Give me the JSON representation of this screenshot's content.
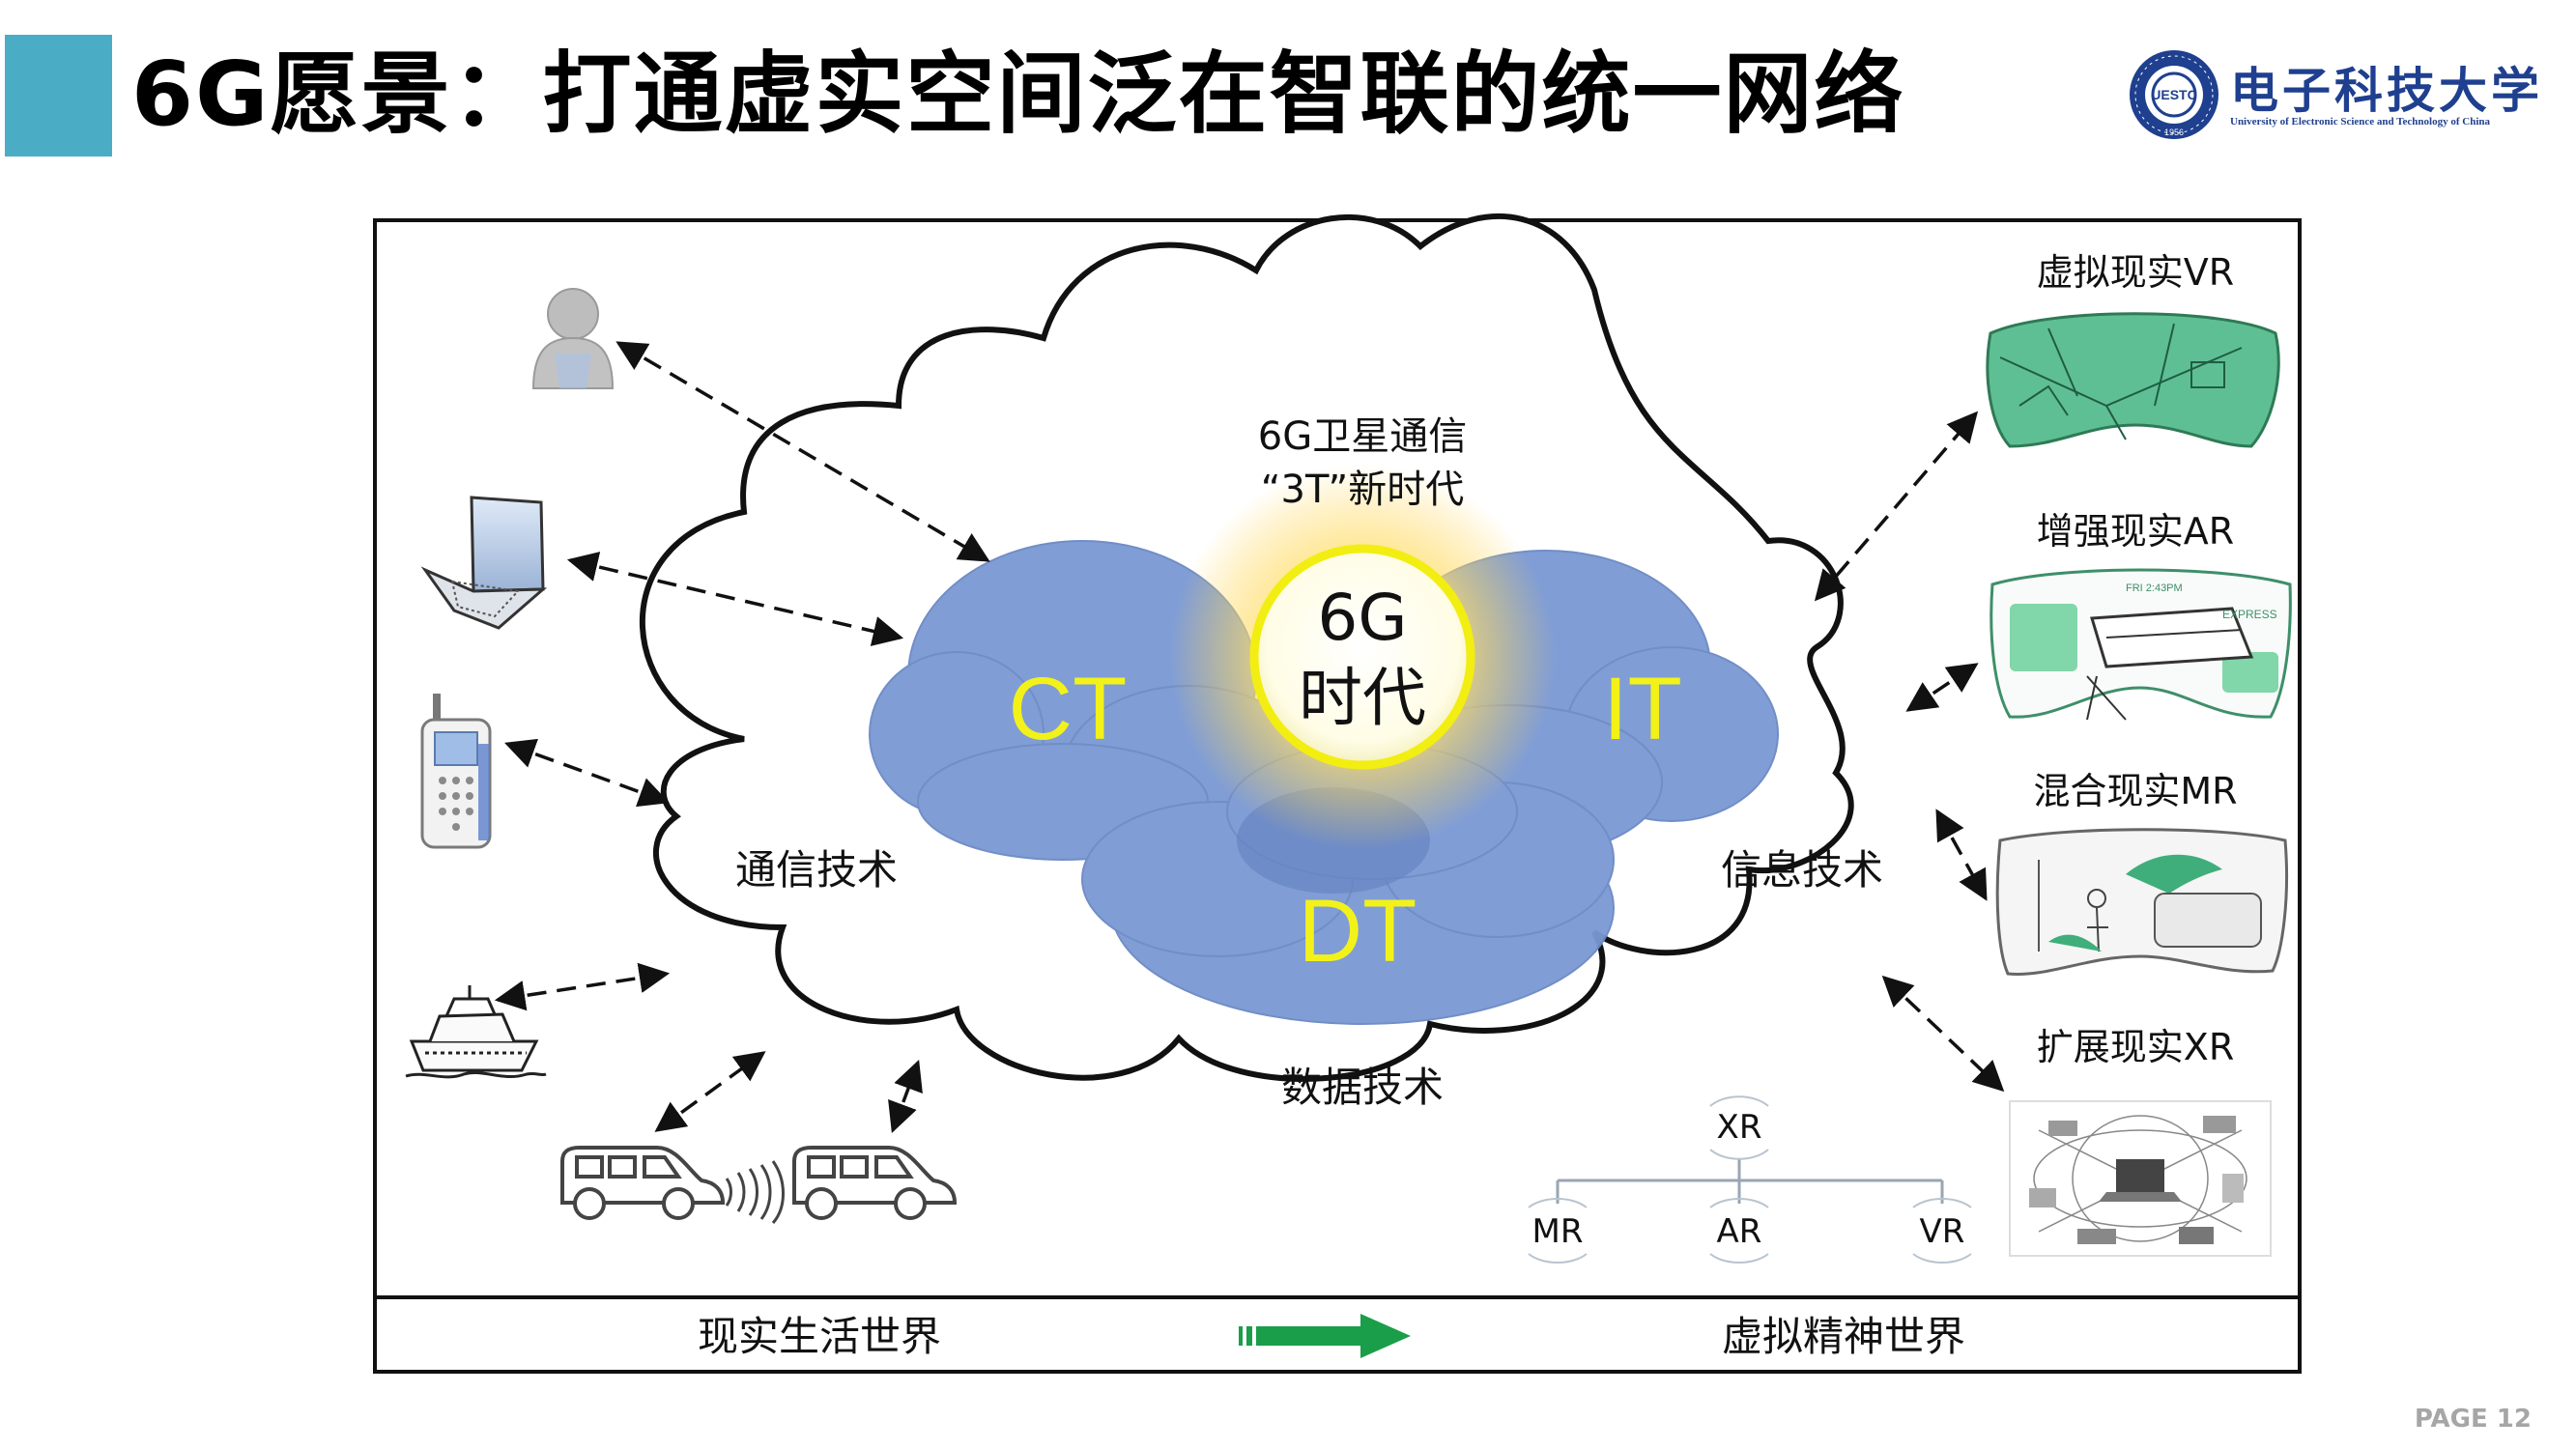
{
  "slide": {
    "title": "6G愿景：打通虚实空间泛在智联的统一网络",
    "page": "PAGE 12"
  },
  "logo": {
    "name_zh": "电子科技大学",
    "name_en": "University of Electronic Science and Technology of China",
    "seal_text": "UESTC",
    "year": "1956"
  },
  "cloud": {
    "top_line1": "6G卫星通信",
    "top_line2": "“3T”新时代",
    "center_line1": "6G",
    "center_line2": "时代",
    "ct": "CT",
    "it": "IT",
    "dt": "DT",
    "left_label": "通信技术",
    "right_label": "信息技术",
    "bottom_label": "数据技术"
  },
  "realities": [
    {
      "label": "虚拟现实VR"
    },
    {
      "label": "增强现实AR"
    },
    {
      "label": "混合现实MR"
    },
    {
      "label": "扩展现实XR"
    }
  ],
  "ar_screen": {
    "time": "FRI 2:43PM",
    "tag": "EXPRESS"
  },
  "tree": {
    "root": "XR",
    "children": [
      "MR",
      "AR",
      "VR"
    ]
  },
  "footer": {
    "left": "现实生活世界",
    "right": "虚拟精神世界"
  },
  "colors": {
    "accent": "#4bacc6",
    "cloud_blue": "#7a98d4",
    "tech_yellow": "#f2f21a",
    "arrow_green": "#1a9e4a"
  }
}
